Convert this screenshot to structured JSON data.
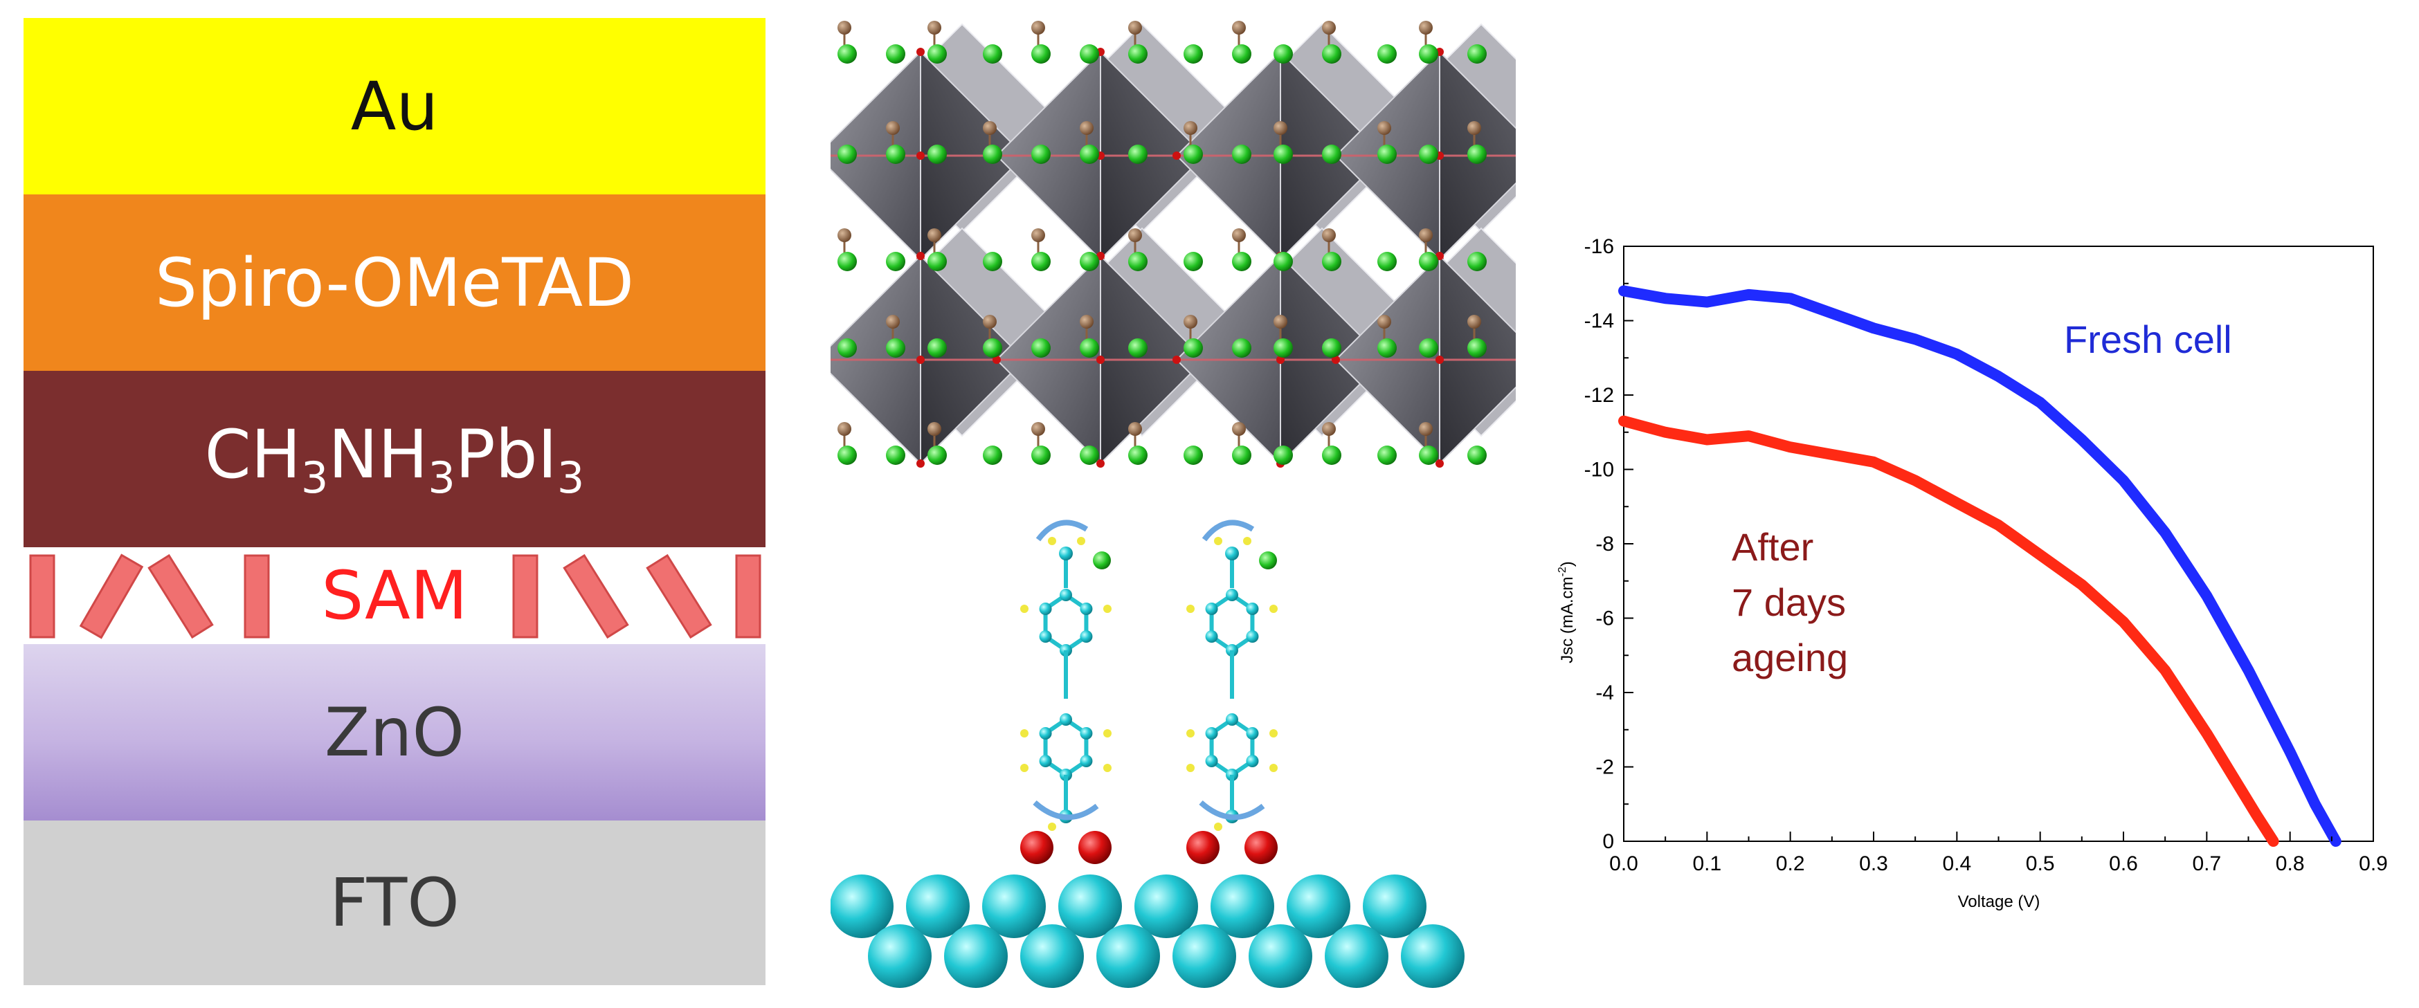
{
  "layers": {
    "au": "Au",
    "spiro": "Spiro-OMeTAD",
    "perovskite": {
      "a": "CH",
      "b": "NH",
      "c": "PbI",
      "sub": "3"
    },
    "sam": "SAM",
    "zno": "ZnO",
    "fto": "FTO"
  },
  "colors": {
    "au": "#ffff00",
    "spiro": "#f0861c",
    "perovskite": "#7b2e2e",
    "sam_text": "#ff2020",
    "zno": "#c5b3e2",
    "fto": "#d0d0d0",
    "fresh": "#1f2bff",
    "aged": "#ff2a14",
    "fresh_label": "#1f2bd6",
    "aged_label": "#8b1a1a"
  },
  "chart_data": {
    "type": "line",
    "xlabel": "Voltage (V)",
    "ylabel": "Jsc (mA.cm",
    "ylabel_sup": "-2",
    "ylabel_end": ")",
    "xlim": [
      0.0,
      0.9
    ],
    "ylim": [
      0,
      -16
    ],
    "x_ticks": [
      "0.0",
      "0.1",
      "0.2",
      "0.3",
      "0.4",
      "0.5",
      "0.6",
      "0.7",
      "0.8",
      "0.9"
    ],
    "y_ticks": [
      "0",
      "-2",
      "-4",
      "-6",
      "-8",
      "-10",
      "-12",
      "-14",
      "-16"
    ],
    "series": [
      {
        "name": "Fresh cell",
        "x": [
          0.0,
          0.05,
          0.1,
          0.15,
          0.2,
          0.25,
          0.3,
          0.35,
          0.4,
          0.45,
          0.5,
          0.55,
          0.6,
          0.65,
          0.7,
          0.75,
          0.8,
          0.83,
          0.855
        ],
        "y": [
          -14.8,
          -14.6,
          -14.5,
          -14.7,
          -14.6,
          -14.2,
          -13.8,
          -13.5,
          -13.1,
          -12.5,
          -11.8,
          -10.8,
          -9.7,
          -8.3,
          -6.6,
          -4.6,
          -2.4,
          -1.0,
          0.0
        ]
      },
      {
        "name": "After\n7 days\nageing",
        "x": [
          0.0,
          0.05,
          0.1,
          0.15,
          0.2,
          0.25,
          0.3,
          0.35,
          0.4,
          0.45,
          0.5,
          0.55,
          0.6,
          0.65,
          0.7,
          0.73,
          0.76,
          0.78
        ],
        "y": [
          -11.3,
          -11.0,
          -10.8,
          -10.9,
          -10.6,
          -10.4,
          -10.2,
          -9.7,
          -9.1,
          -8.5,
          -7.7,
          -6.9,
          -5.9,
          -4.6,
          -2.9,
          -1.8,
          -0.7,
          0.0
        ]
      }
    ],
    "annotations": [
      "Fresh cell",
      "After",
      "7 days",
      "ageing"
    ],
    "grid": false
  }
}
